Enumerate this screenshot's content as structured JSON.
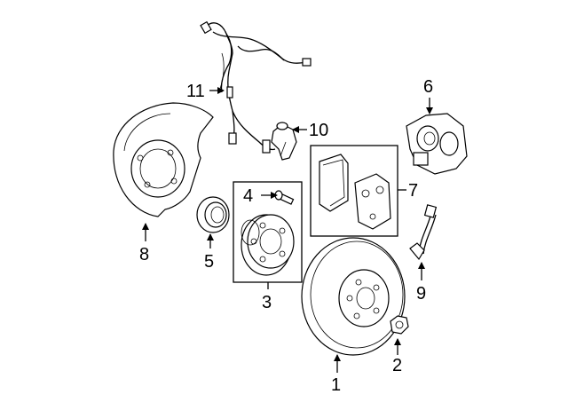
{
  "diagram": {
    "labels": {
      "p1": "1",
      "p2": "2",
      "p3": "3",
      "p4": "4",
      "p5": "5",
      "p6": "6",
      "p7": "7",
      "p8": "8",
      "p9": "9",
      "p10": "10",
      "p11": "11"
    }
  }
}
